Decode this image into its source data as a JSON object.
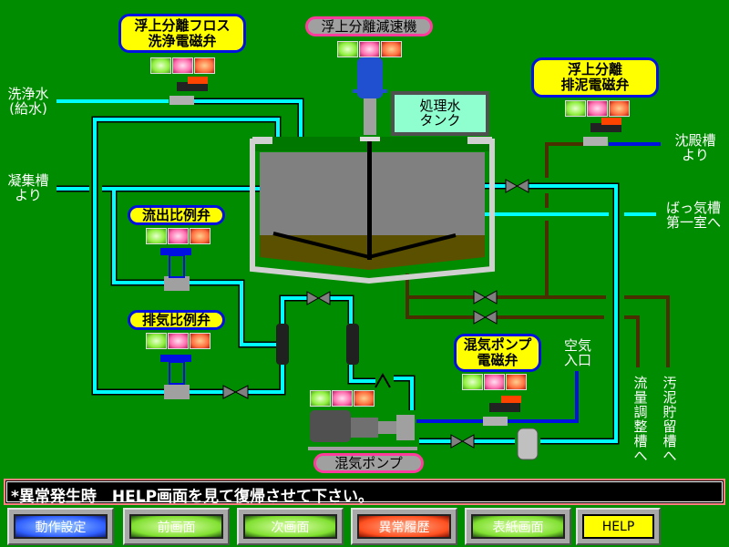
{
  "labels": {
    "floss_valve": [
      "浮上分離フロス",
      "洗浄電磁弁"
    ],
    "reducer": "浮上分離減速機",
    "sludge_valve": [
      "浮上分離",
      "排泥電磁弁"
    ],
    "outflow_valve": "流出比例弁",
    "exhaust_valve": "排気比例弁",
    "pump_valve": [
      "混気ポンプ",
      "電磁弁"
    ],
    "pump": "混気ポンプ",
    "treated_tank": [
      "処理水",
      "タンク"
    ]
  },
  "io": {
    "wash_water": [
      "洗浄水",
      "(給水)"
    ],
    "coag_tank": [
      "凝集槽",
      "より"
    ],
    "sedimentation": [
      "沈殿槽",
      "より"
    ],
    "aeration": [
      "ばっ気槽",
      "第一室へ"
    ],
    "air_inlet": [
      "空気",
      "入口"
    ],
    "flow_adjust": "流量調整槽へ",
    "sludge_storage": "汚泥貯留槽へ"
  },
  "message": "*異常発生時　HELP画面を見て復帰させて下さい。",
  "buttons": [
    "動作設定",
    "前画面",
    "次画面",
    "異常履歴",
    "表紙画面",
    "HELP"
  ],
  "colors": {
    "background": "#008c00",
    "water": "#00ffff",
    "air": "#0010e0",
    "sludge": "#4a3000",
    "label": "#ffff00"
  }
}
